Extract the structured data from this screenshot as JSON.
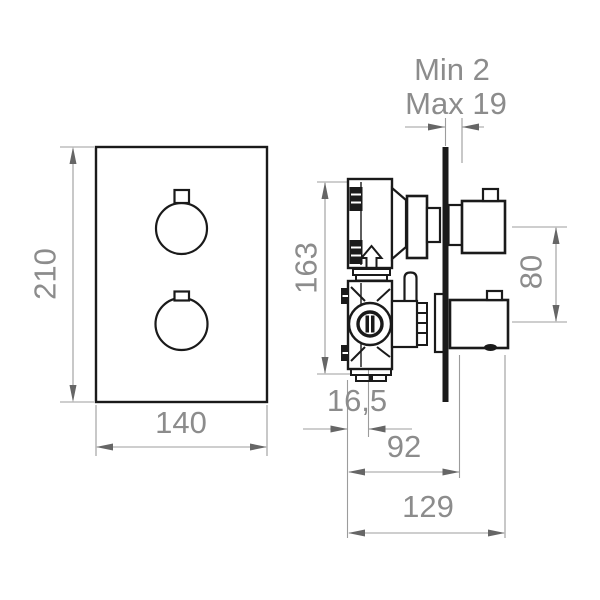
{
  "drawing": {
    "type": "technical-dimension-drawing",
    "subject": "concealed thermostatic shower valve, front view and side section view",
    "colors": {
      "part_line": "#1a1a1a",
      "dim_line": "#9c9c9c",
      "arrow": "#666666",
      "dim_text": "#8c8c8c",
      "background": "#ffffff"
    },
    "dimensions": {
      "plate_height": "210",
      "plate_width": "140",
      "body_height": "163",
      "inlet_offset": "16,5",
      "rough_in_depth": "92",
      "total_depth": "129",
      "handle_spacing": "80",
      "wall_thickness_min": "Min 2",
      "wall_thickness_max": "Max 19"
    }
  }
}
